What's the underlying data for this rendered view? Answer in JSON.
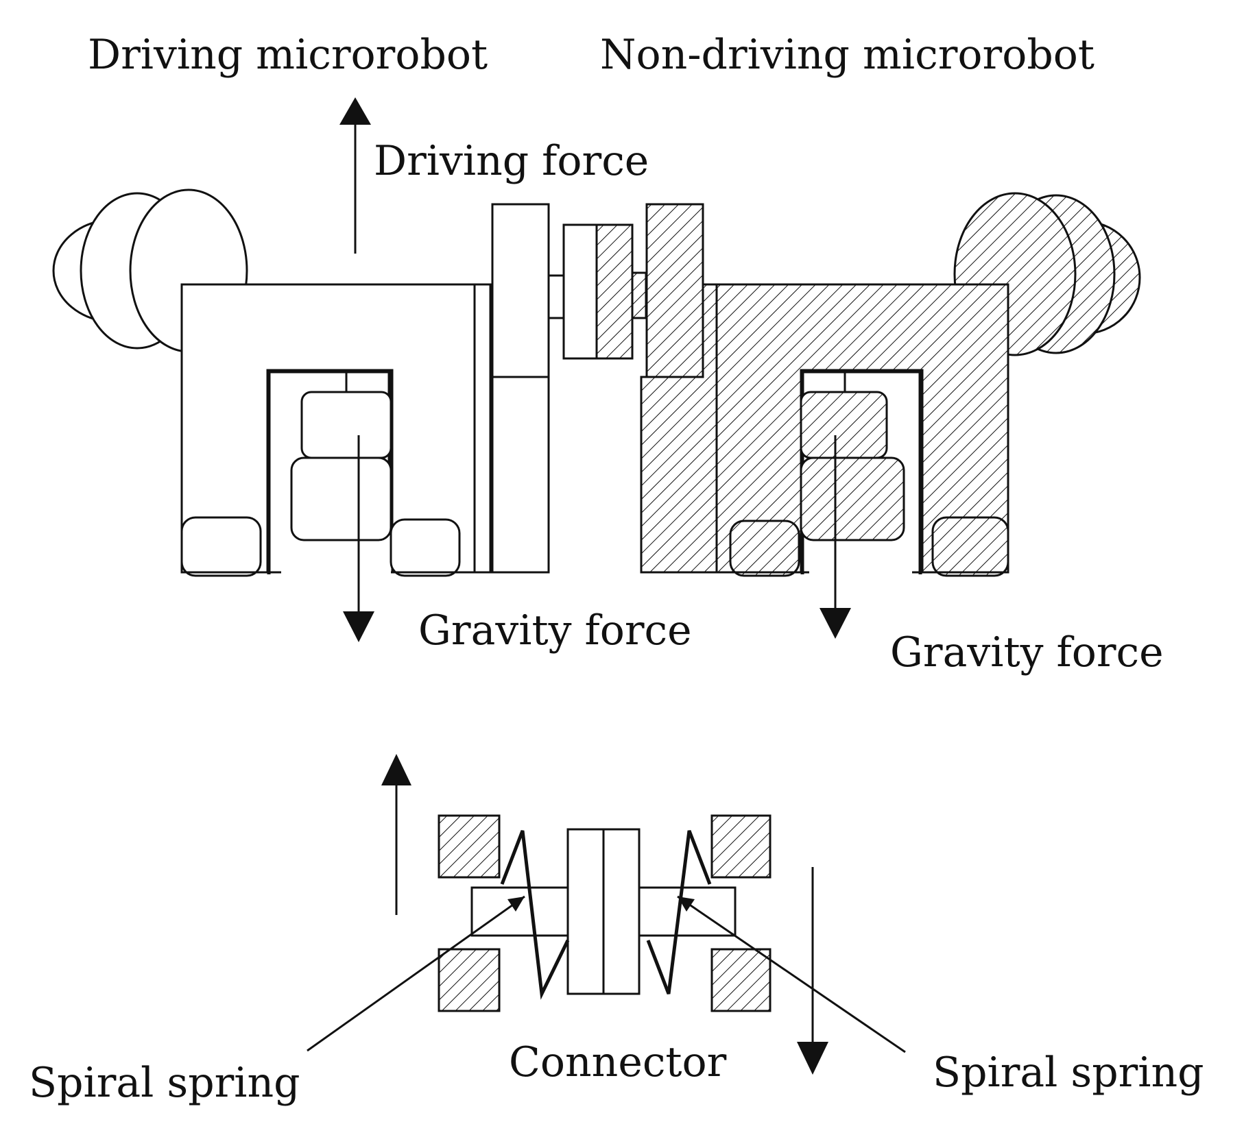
{
  "labels": {
    "driving_microrobot": "Driving microrobot",
    "non_driving_microrobot": "Non-driving microrobot",
    "driving_force": "Driving force",
    "gravity_force_left": "Gravity force",
    "gravity_force_right": "Gravity force",
    "spiral_spring_left": "Spiral spring",
    "connector": "Connector",
    "spiral_spring_right": "Spiral spring"
  },
  "colors": {
    "line": "#111111",
    "background": "#ffffff",
    "hatch": "#111111"
  }
}
